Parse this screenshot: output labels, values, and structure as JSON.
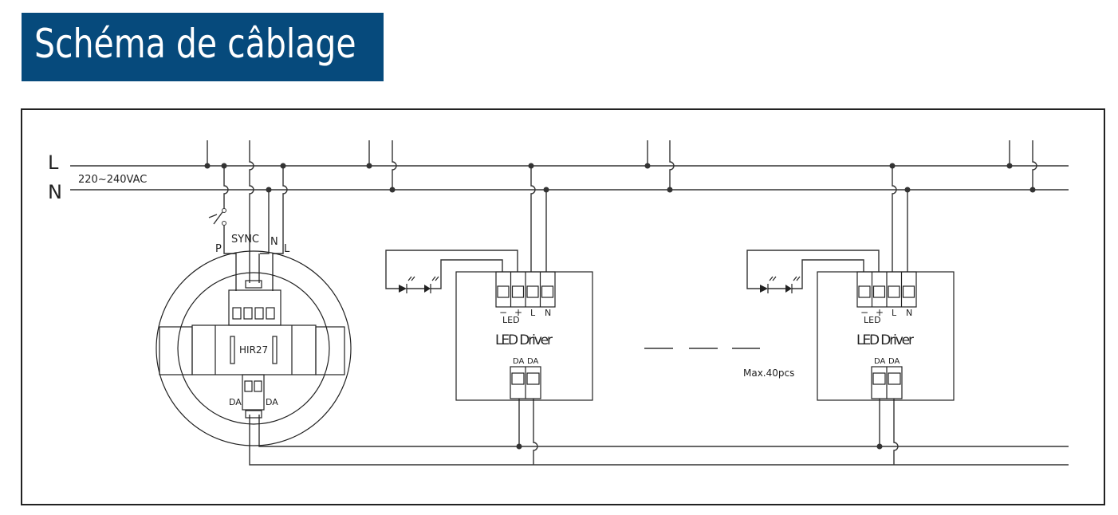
{
  "title": "Schéma de câblage",
  "mains": {
    "line_label": "L",
    "neutral_label": "N",
    "voltage": "220~240VAC"
  },
  "sensor": {
    "model": "HIR27",
    "p_label": "P",
    "sync_label": "SYNC",
    "n_label": "N",
    "l_label": "L",
    "da_left": "DA",
    "da_right": "DA"
  },
  "drivers": [
    {
      "name": "LED Driver",
      "minus": "−",
      "plus": "+",
      "led": "LED",
      "l": "L",
      "n": "N",
      "da1": "DA",
      "da2": "DA"
    },
    {
      "name": "LED Driver",
      "minus": "−",
      "plus": "+",
      "led": "LED",
      "l": "L",
      "n": "N",
      "da1": "DA",
      "da2": "DA"
    }
  ],
  "max_note": "Max.40pcs"
}
